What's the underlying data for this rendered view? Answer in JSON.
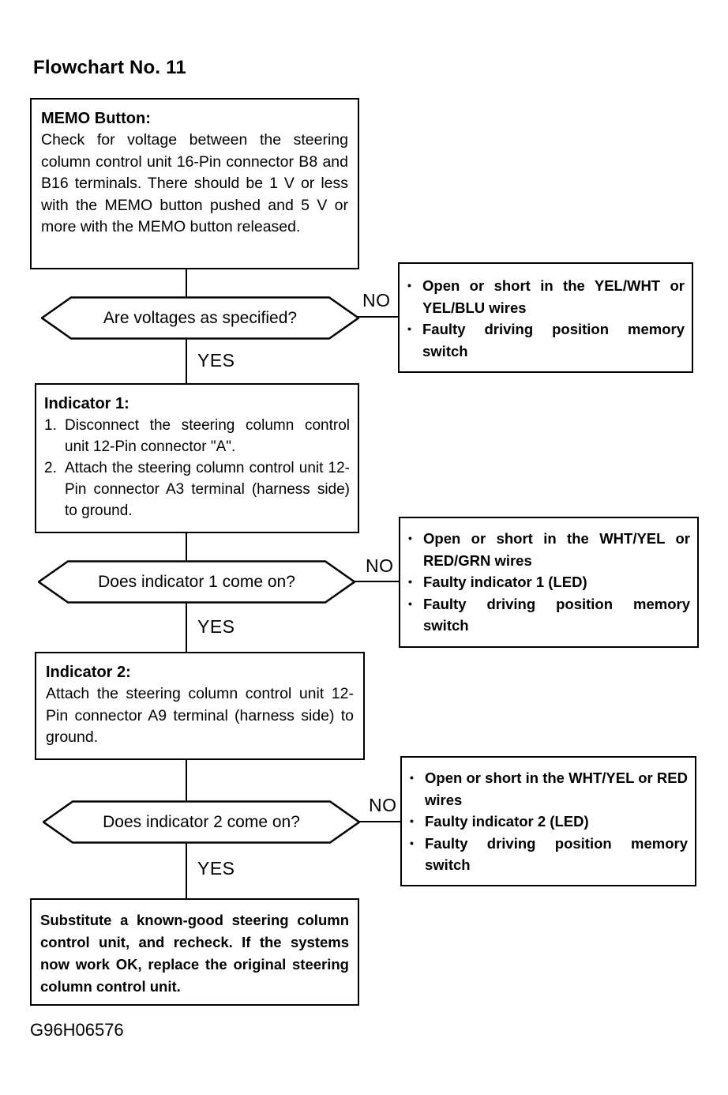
{
  "page": {
    "title": "Flowchart No. 11",
    "figure_code": "G96H06576"
  },
  "colors": {
    "ink": "#000000",
    "paper": "#ffffff"
  },
  "flowchart": {
    "memo_step": {
      "heading": "MEMO Button:",
      "body": "Check for voltage between the steering column control unit 16-Pin connector B8 and B16 terminals. There should be 1 V or less with the MEMO button pushed and 5 V or more with the MEMO button released."
    },
    "decision_voltages": {
      "question": "Are voltages as specified?",
      "no_label": "NO",
      "yes_label": "YES"
    },
    "result_voltages": {
      "items": [
        "Open or short in the YEL/WHT or YEL/BLU wires",
        "Faulty driving position memory switch"
      ]
    },
    "indicator1_step": {
      "heading": "Indicator 1:",
      "items": [
        {
          "num": "1.",
          "text": "Disconnect the steering column control unit 12-Pin connector \"A\"."
        },
        {
          "num": "2.",
          "text": "Attach the steering column control unit 12-Pin connector A3 terminal (harness side) to ground."
        }
      ]
    },
    "decision_indicator1": {
      "question": "Does indicator 1 come on?",
      "no_label": "NO",
      "yes_label": "YES"
    },
    "result_indicator1": {
      "items": [
        "Open or short in the WHT/YEL or RED/GRN wires",
        "Faulty indicator 1 (LED)",
        "Faulty driving position memory switch"
      ]
    },
    "indicator2_step": {
      "heading": "Indicator 2:",
      "body": "Attach the steering column control unit 12-Pin connector A9 terminal (harness side) to ground."
    },
    "decision_indicator2": {
      "question": "Does indicator 2 come on?",
      "no_label": "NO",
      "yes_label": "YES"
    },
    "result_indicator2": {
      "items": [
        "Open or short in the WHT/YEL or RED wires",
        "Faulty indicator 2 (LED)",
        "Faulty driving position memory switch"
      ]
    },
    "final_step": {
      "body": "Substitute a known-good steering column control unit, and recheck. If the systems now work OK, replace the original steering column control unit."
    }
  }
}
